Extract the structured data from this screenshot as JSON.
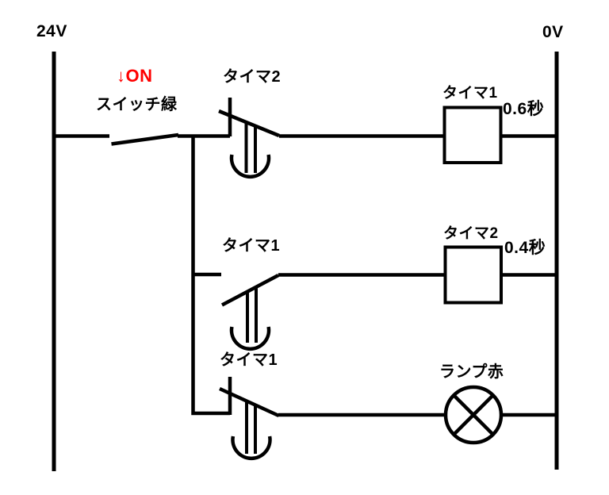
{
  "diagram": {
    "colors": {
      "line": "#000000",
      "annotation": "#ff0000",
      "background": "#ffffff"
    },
    "rails": {
      "left_voltage": "24V",
      "right_voltage": "0V"
    },
    "switch": {
      "action": "↓ON",
      "label": "スイッチ緑"
    },
    "rungs": [
      {
        "contact": "タイマ2",
        "contact_type": "timed-nc-contact",
        "coil": "タイマ1",
        "delay": "0.6秒"
      },
      {
        "contact": "タイマ1",
        "contact_type": "timed-no-contact",
        "coil": "タイマ2",
        "delay": "0.4秒"
      },
      {
        "contact": "タイマ1",
        "contact_type": "timed-nc-contact",
        "lamp": "ランプ赤"
      }
    ]
  }
}
